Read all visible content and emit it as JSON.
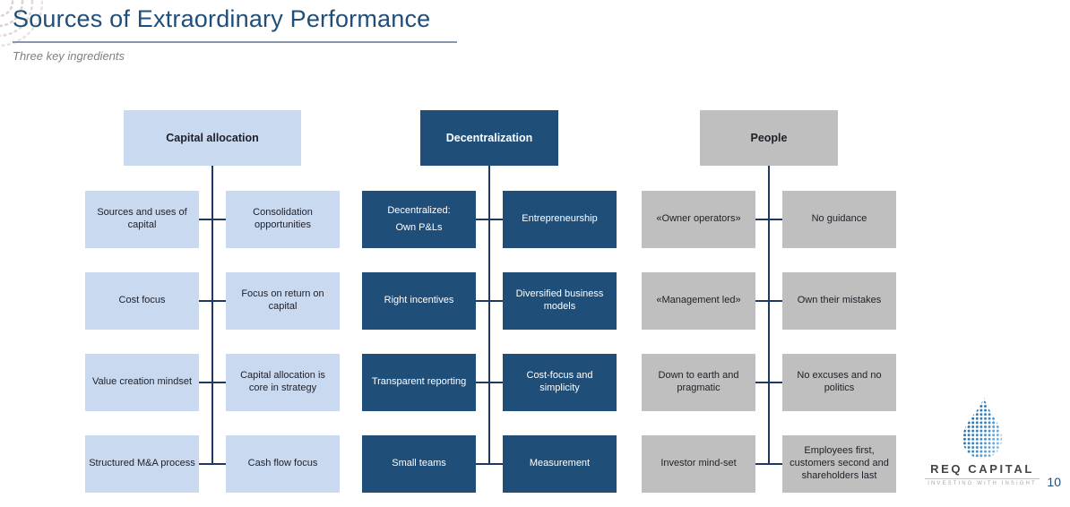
{
  "slide": {
    "title": "Sources of Extraordinary Performance",
    "subtitle": "Three key ingredients",
    "page_number": "10"
  },
  "logo": {
    "wordmark": "REQ CAPITAL",
    "tagline": "INVESTING WITH INSIGHT",
    "droplet_icon": "dotted-droplet"
  },
  "colors": {
    "title_blue": "#1F4E79",
    "light_blue_box": "#C9D9F0",
    "dark_blue_box": "#1F4E79",
    "gray_box": "#BFBFBF",
    "connector_navy": "#1F3864",
    "title_rule": "#8897AD"
  },
  "columns": [
    {
      "header": "Capital allocation",
      "style": "light-blue",
      "rows": [
        {
          "left": "Sources and uses of capital",
          "right": "Consolidation opportunities"
        },
        {
          "left": "Cost focus",
          "right": "Focus on return on capital"
        },
        {
          "left": "Value creation mindset",
          "right": "Capital allocation is core in strategy"
        },
        {
          "left": "Structured M&A process",
          "right": "Cash flow focus"
        }
      ]
    },
    {
      "header": "Decentralization",
      "style": "dark-blue",
      "rows": [
        {
          "left": "Decentralized:\nOwn P&Ls",
          "right": "Entrepreneurship"
        },
        {
          "left": "Right incentives",
          "right": "Diversified business models"
        },
        {
          "left": "Transparent reporting",
          "right": "Cost-focus and simplicity"
        },
        {
          "left": "Small teams",
          "right": "Measurement"
        }
      ]
    },
    {
      "header": "People",
      "style": "gray",
      "rows": [
        {
          "left": "«Owner operators»",
          "right": "No guidance"
        },
        {
          "left": "«Management led»",
          "right": "Own their mistakes"
        },
        {
          "left": "Down to earth and pragmatic",
          "right": "No excuses and no politics"
        },
        {
          "left": "Investor mind-set",
          "right": "Employees first, customers second and shareholders last"
        }
      ]
    }
  ]
}
